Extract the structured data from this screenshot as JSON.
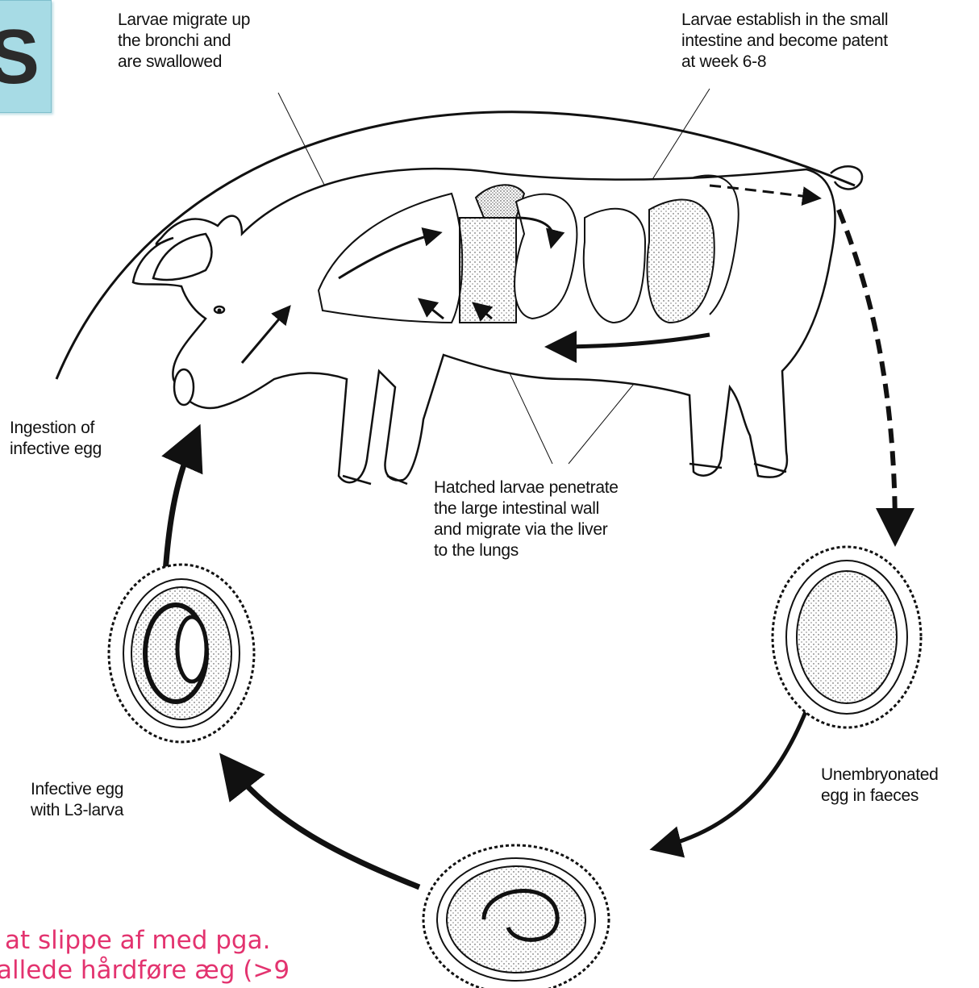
{
  "corner_tab": {
    "letter": "S"
  },
  "labels": {
    "bronchi": [
      "Larvae migrate up",
      "the bronchi and",
      "are swallowed"
    ],
    "intestine": [
      "Larvae establish in the small",
      "intestine and become patent",
      "at week 6-8"
    ],
    "ingestion": [
      "Ingestion of",
      "infective egg"
    ],
    "hatched": [
      "Hatched larvae penetrate",
      "the large intestinal wall",
      "and migrate via the liver",
      "to the lungs"
    ],
    "unembryonated": [
      "Unembryonated",
      "egg in faeces"
    ],
    "infective": [
      "Infective egg",
      "with L3-larva"
    ]
  },
  "note": [
    "at slippe af med pga.",
    "allede hårdføre æg (>9"
  ],
  "colors": {
    "note": "#e3336f",
    "tab": "#a7dbe5",
    "ink": "#111111"
  }
}
